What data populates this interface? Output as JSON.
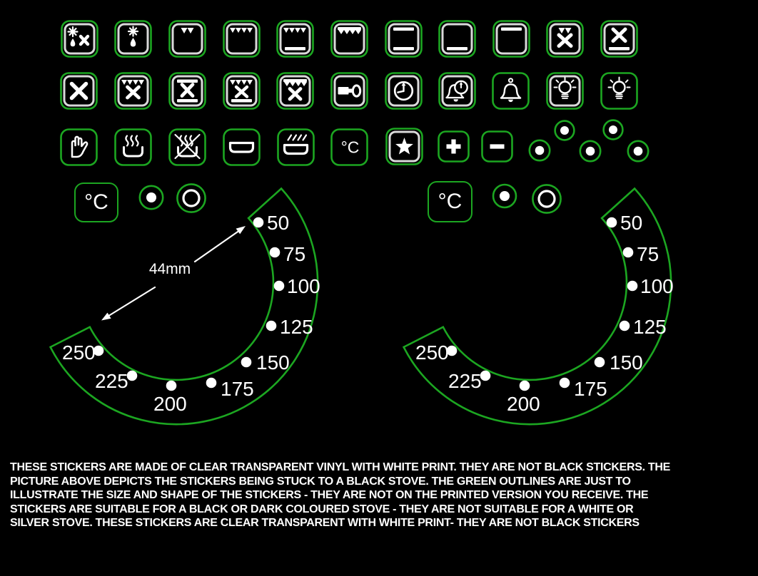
{
  "colors": {
    "background": "#000000",
    "outline_green": "#1ca621",
    "sticker_white": "#ffffff",
    "box_border_grey": "#d9d9d9"
  },
  "celsius": "°C",
  "icon_rows": {
    "row1": [
      "defrost-fan",
      "defrost",
      "grill-half",
      "grill-full",
      "grill-bottom-heat",
      "grill-element",
      "top-bottom-heat",
      "bottom-heat",
      "top-heat",
      "fan-grill-half",
      "fan-bottom-heat"
    ],
    "row2": [
      "fan",
      "fan-grill",
      "fan-top-bottom-heat",
      "fan-grill-bottom-heat",
      "fan-grill-element",
      "key-lock",
      "minute-timer",
      "alarm-timer",
      "bell",
      "oven-light",
      "oven-light-outline"
    ],
    "row3": [
      "hand-stop",
      "residual-heat",
      "residual-heat-off",
      "dish",
      "dish-warming",
      "celsius-symbol",
      "frost-star",
      "plus",
      "minus",
      "indicator-dot",
      "indicator-dot",
      "indicator-dot",
      "indicator-dot",
      "indicator-dot"
    ]
  },
  "indicators": [
    "filled-dot",
    "ring"
  ],
  "dial": {
    "temperatures": [
      "50",
      "75",
      "100",
      "125",
      "150",
      "175",
      "200",
      "225",
      "250"
    ],
    "arrow_label": "44mm"
  },
  "footer": {
    "lines": [
      "THESE STICKERS ARE MADE OF CLEAR TRANSPARENT VINYL WITH WHITE PRINT. THEY ARE NOT BLACK STICKERS. THE",
      "PICTURE ABOVE DEPICTS THE STICKERS BEING STUCK TO A BLACK STOVE.   THE GREEN OUTLINES ARE JUST TO",
      "ILLUSTRATE THE SIZE AND SHAPE OF THE STICKERS - THEY ARE NOT ON THE PRINTED VERSION YOU RECEIVE. THE",
      "STICKERS ARE SUITABLE FOR A BLACK OR DARK COLOURED STOVE -  THEY ARE NOT SUITABLE FOR A WHITE OR",
      "SILVER STOVE. THESE STICKERS ARE CLEAR TRANSPARENT WITH WHITE PRINT- THEY ARE NOT BLACK STICKERS"
    ]
  }
}
